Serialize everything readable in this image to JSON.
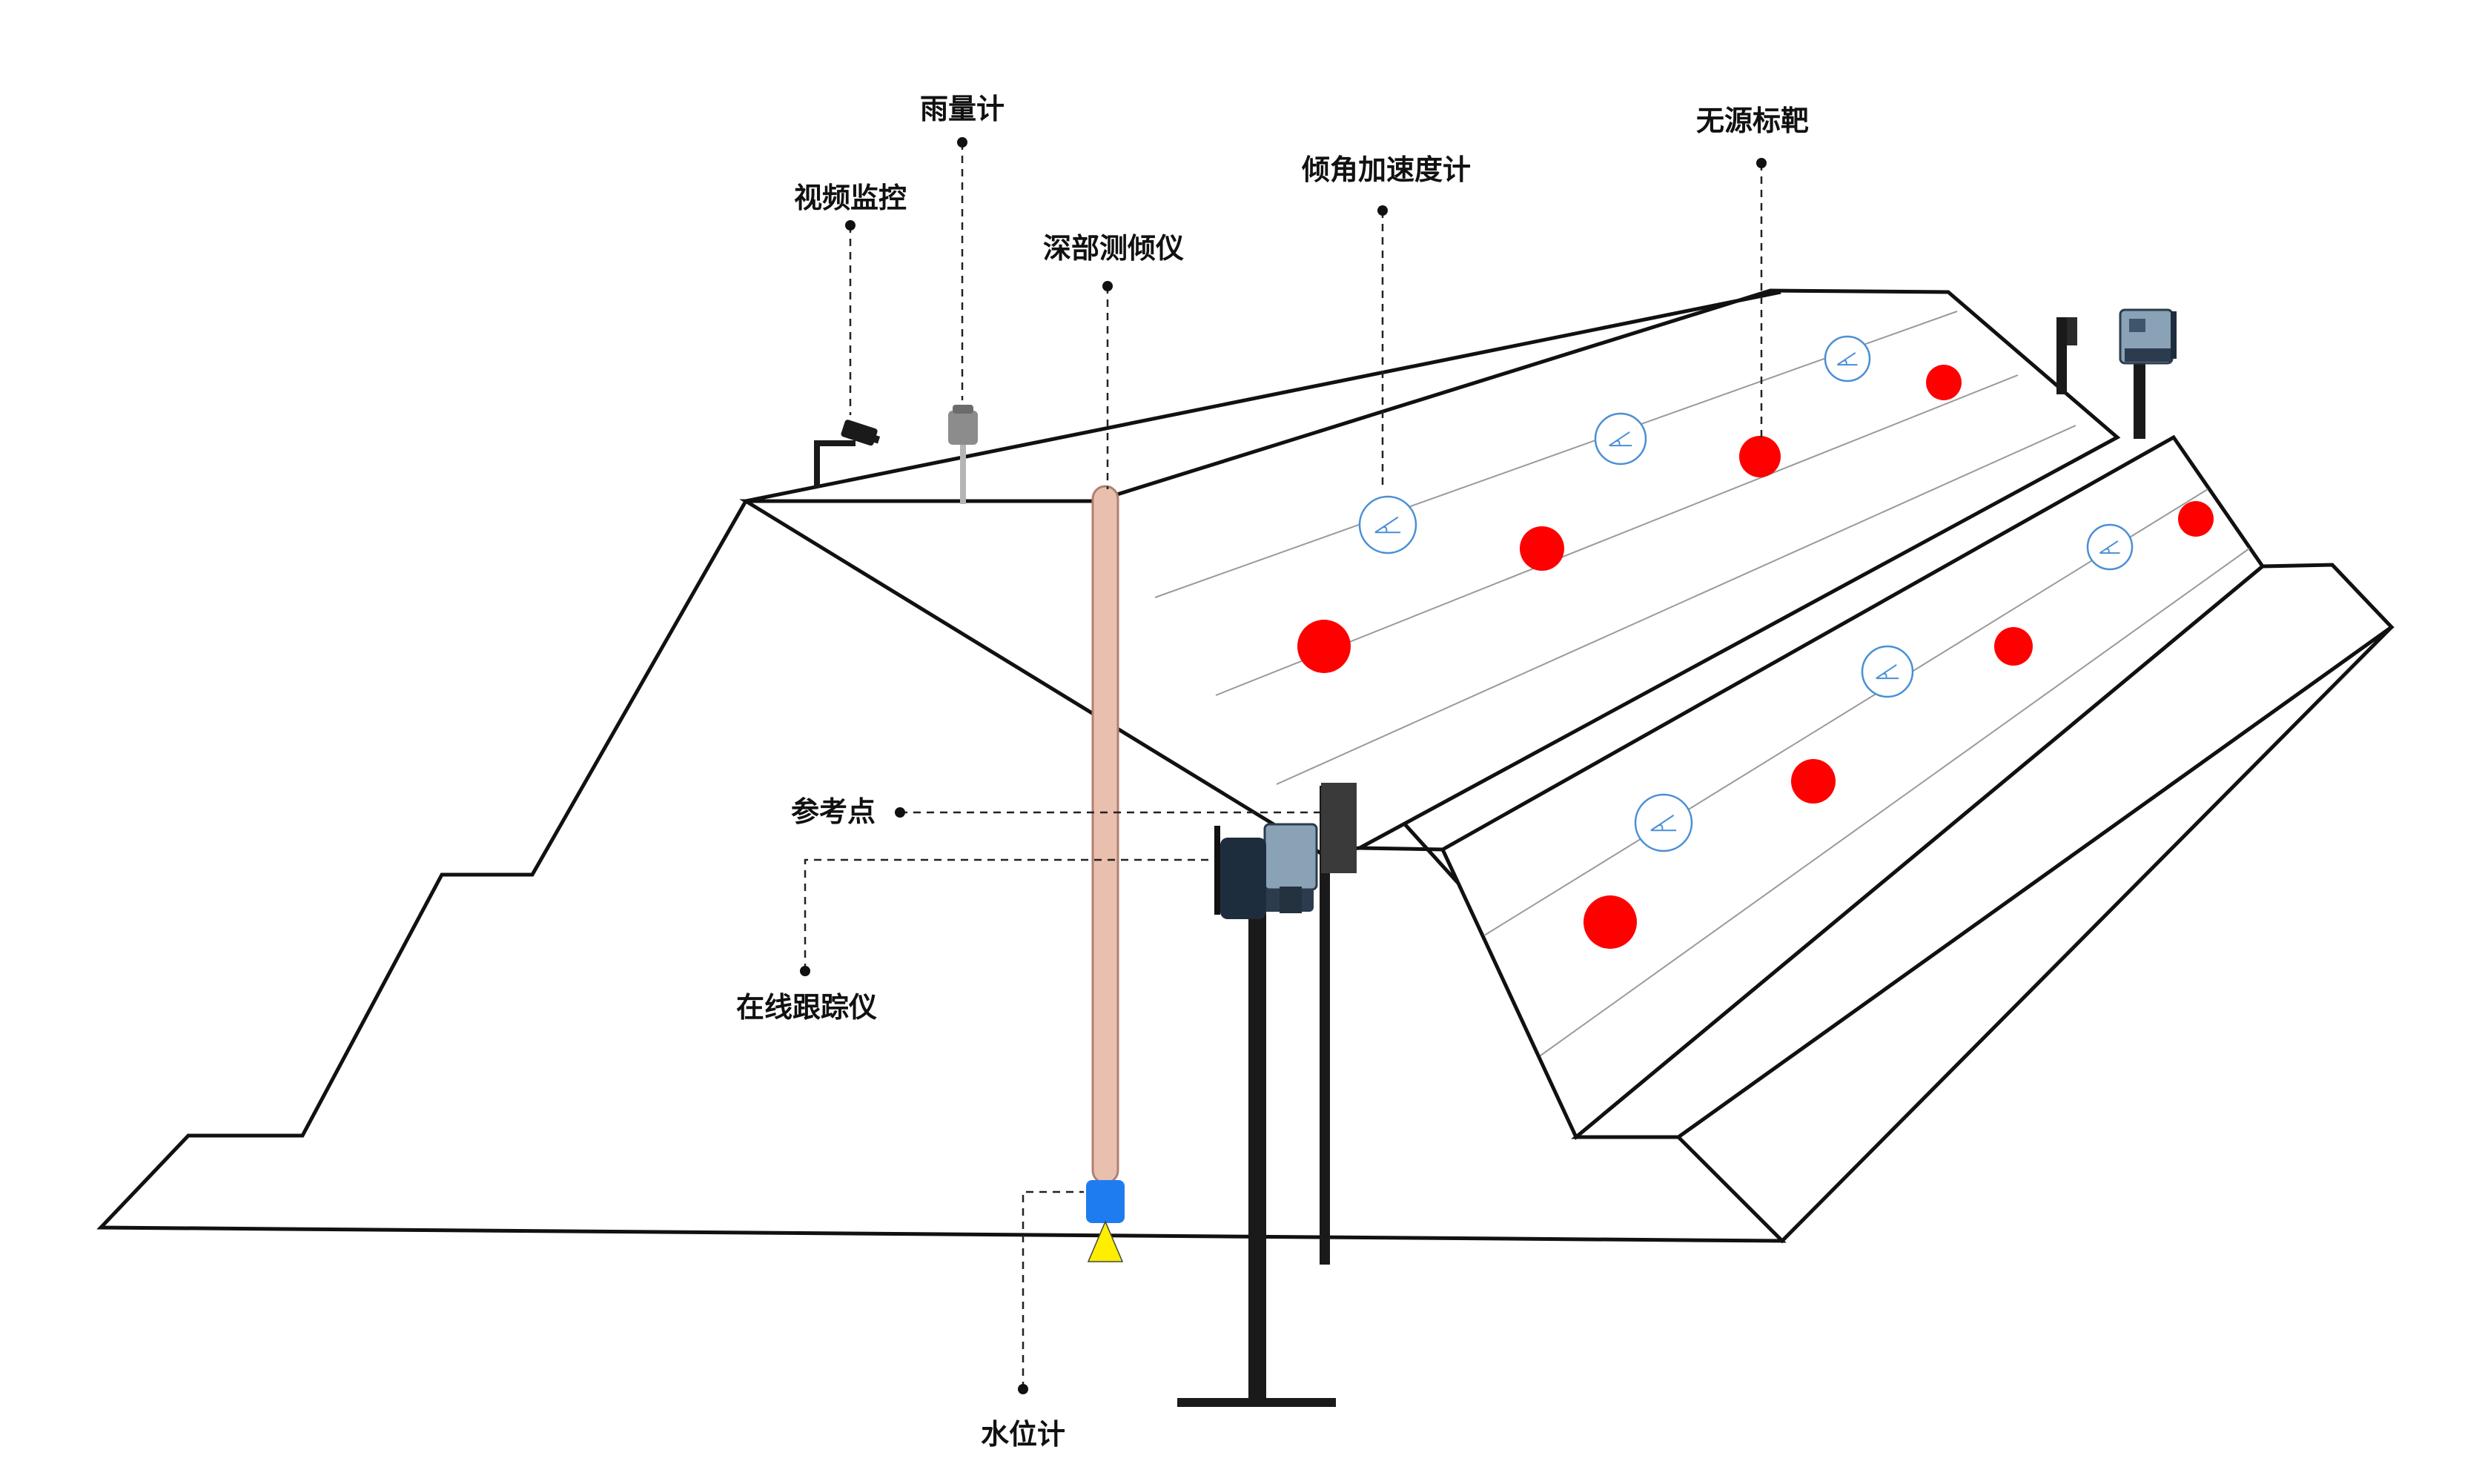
{
  "labels": {
    "video": "视频监控",
    "rain": "雨量计",
    "inclinometer": "深部测倾仪",
    "tilt": "倾角加速度计",
    "passive": "无源标靶",
    "reference": "参考点",
    "tracker": "在线跟踪仪",
    "water": "水位计"
  },
  "colors": {
    "target": "#ff0000",
    "tilt_sensor": "#4a8fd6",
    "inclinometer_tube": "#e9bfae",
    "water_meter_body": "#1f7cf0",
    "water_meter_tip": "#ffee00",
    "structure_outline": "#111111"
  },
  "icons": [
    "camera-icon",
    "rain-gauge-icon",
    "tracker-icon",
    "tilt-sensor-icon",
    "passive-target-icon"
  ]
}
